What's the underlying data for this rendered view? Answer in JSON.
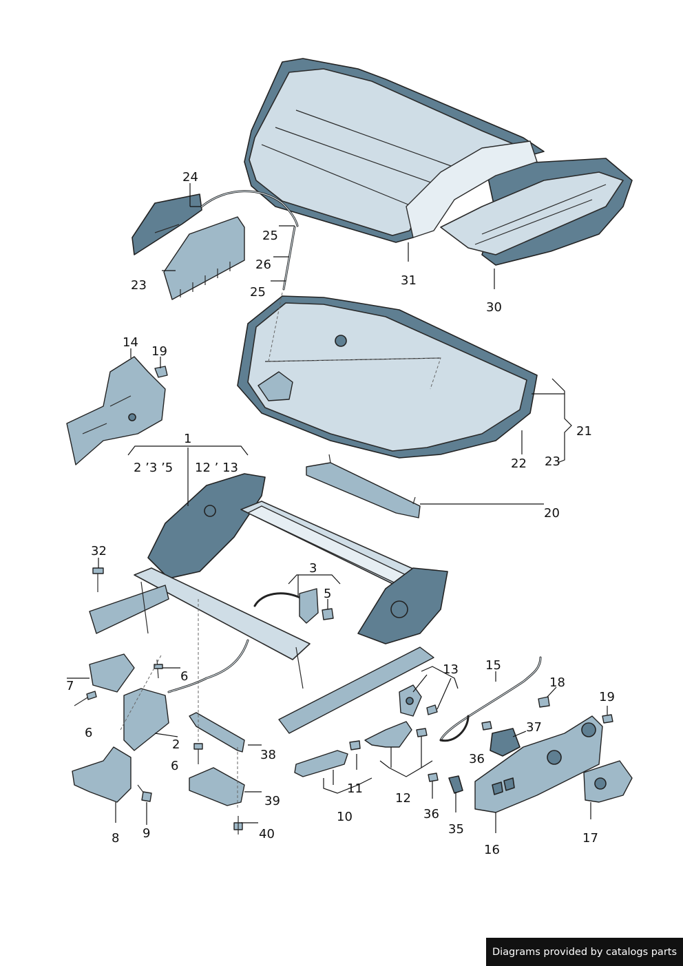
{
  "diagram": {
    "labels": {
      "l1": "1",
      "l2a": "2 ’3 ’5",
      "l12a": "12 ’ 13",
      "l2": "2",
      "l3": "3",
      "l5": "5",
      "l6a": "6",
      "l6b": "6",
      "l6c": "6",
      "l7": "7",
      "l8": "8",
      "l9": "9",
      "l10": "10",
      "l11": "11",
      "l12": "12",
      "l13": "13",
      "l14": "14",
      "l15": "15",
      "l16": "16",
      "l17": "17",
      "l18": "18",
      "l19a": "19",
      "l19b": "19",
      "l20": "20",
      "l21": "21",
      "l22": "22",
      "l23a": "23",
      "l23b": "23",
      "l24": "24",
      "l25a": "25",
      "l25b": "25",
      "l26": "26",
      "l30": "30",
      "l31": "31",
      "l32": "32",
      "l35": "35",
      "l36a": "36",
      "l36b": "36",
      "l37": "37",
      "l38": "38",
      "l39": "39",
      "l40": "40"
    }
  },
  "footer": {
    "credit": "Diagrams provided by catalogs parts"
  },
  "colors": {
    "part_fill": "#cfdde6",
    "part_dark": "#5f7f92",
    "outline": "#2a2a2a",
    "banner_bg": "#111111",
    "banner_text": "#ffffff"
  }
}
